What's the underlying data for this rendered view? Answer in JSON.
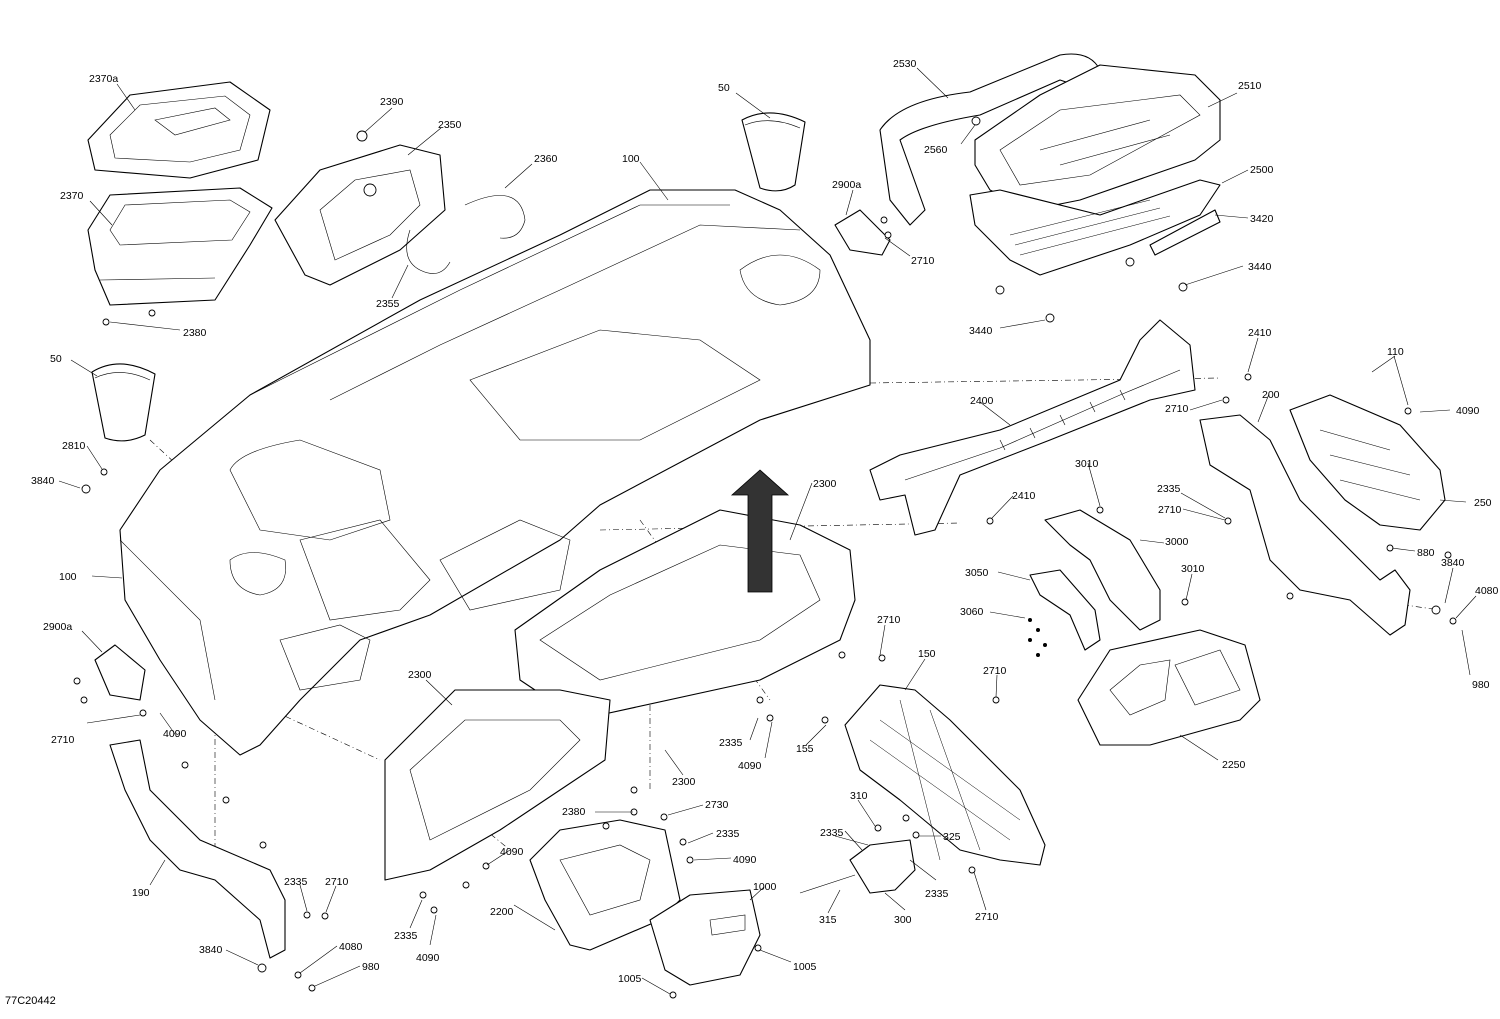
{
  "diagram": {
    "reference_code": "77C20442",
    "callouts": [
      {
        "id": "c2370a",
        "text": "2370a"
      },
      {
        "id": "c2390",
        "text": "2390"
      },
      {
        "id": "c2350",
        "text": "2350"
      },
      {
        "id": "c2360",
        "text": "2360"
      },
      {
        "id": "c50a",
        "text": "50"
      },
      {
        "id": "c100a",
        "text": "100"
      },
      {
        "id": "c2370",
        "text": "2370"
      },
      {
        "id": "c2355",
        "text": "2355"
      },
      {
        "id": "c2380a",
        "text": "2380"
      },
      {
        "id": "c2530",
        "text": "2530"
      },
      {
        "id": "c2510",
        "text": "2510"
      },
      {
        "id": "c2560",
        "text": "2560"
      },
      {
        "id": "c2500",
        "text": "2500"
      },
      {
        "id": "c2900a_top",
        "text": "2900a"
      },
      {
        "id": "c2710a",
        "text": "2710"
      },
      {
        "id": "c3420",
        "text": "3420"
      },
      {
        "id": "c3440a",
        "text": "3440"
      },
      {
        "id": "c3440b",
        "text": "3440"
      },
      {
        "id": "c2410a",
        "text": "2410"
      },
      {
        "id": "c110",
        "text": "110"
      },
      {
        "id": "c2710b",
        "text": "2710"
      },
      {
        "id": "c4090a",
        "text": "4090"
      },
      {
        "id": "c200",
        "text": "200"
      },
      {
        "id": "c50b",
        "text": "50"
      },
      {
        "id": "c2400",
        "text": "2400"
      },
      {
        "id": "c2810",
        "text": "2810"
      },
      {
        "id": "c3840a",
        "text": "3840"
      },
      {
        "id": "c2300a",
        "text": "2300"
      },
      {
        "id": "c3010a",
        "text": "3010"
      },
      {
        "id": "c2410b",
        "text": "2410"
      },
      {
        "id": "c2335a",
        "text": "2335"
      },
      {
        "id": "c250",
        "text": "250"
      },
      {
        "id": "c2710c",
        "text": "2710"
      },
      {
        "id": "c3000",
        "text": "3000"
      },
      {
        "id": "c880",
        "text": "880"
      },
      {
        "id": "c100b",
        "text": "100"
      },
      {
        "id": "c3050",
        "text": "3050"
      },
      {
        "id": "c3010b",
        "text": "3010"
      },
      {
        "id": "c3840b",
        "text": "3840"
      },
      {
        "id": "c4080a",
        "text": "4080"
      },
      {
        "id": "c3060",
        "text": "3060"
      },
      {
        "id": "c2900a_left",
        "text": "2900a"
      },
      {
        "id": "c2710d",
        "text": "2710"
      },
      {
        "id": "c150",
        "text": "150"
      },
      {
        "id": "c980a",
        "text": "980"
      },
      {
        "id": "c2300b",
        "text": "2300"
      },
      {
        "id": "c2710e",
        "text": "2710"
      },
      {
        "id": "c2710f",
        "text": "2710"
      },
      {
        "id": "c4090b",
        "text": "4090"
      },
      {
        "id": "c2335b",
        "text": "2335"
      },
      {
        "id": "c155",
        "text": "155"
      },
      {
        "id": "c4090c",
        "text": "4090"
      },
      {
        "id": "c2300c",
        "text": "2300"
      },
      {
        "id": "c2250",
        "text": "2250"
      },
      {
        "id": "c2380b",
        "text": "2380"
      },
      {
        "id": "c2730",
        "text": "2730"
      },
      {
        "id": "c310",
        "text": "310"
      },
      {
        "id": "c2335c",
        "text": "2335"
      },
      {
        "id": "c4090d",
        "text": "4090"
      },
      {
        "id": "c2335d",
        "text": "2335"
      },
      {
        "id": "c4090e",
        "text": "4090"
      },
      {
        "id": "c325",
        "text": "325"
      },
      {
        "id": "c190",
        "text": "190"
      },
      {
        "id": "c2335e",
        "text": "2335"
      },
      {
        "id": "c2710g",
        "text": "2710"
      },
      {
        "id": "c1000",
        "text": "1000"
      },
      {
        "id": "c2335f",
        "text": "2335"
      },
      {
        "id": "c2335g",
        "text": "2335"
      },
      {
        "id": "c315",
        "text": "315"
      },
      {
        "id": "c300",
        "text": "300"
      },
      {
        "id": "c2710h",
        "text": "2710"
      },
      {
        "id": "c2200",
        "text": "2200"
      },
      {
        "id": "c4090f",
        "text": "4090"
      },
      {
        "id": "c3840c",
        "text": "3840"
      },
      {
        "id": "c4080b",
        "text": "4080"
      },
      {
        "id": "c980b",
        "text": "980"
      },
      {
        "id": "c1005a",
        "text": "1005"
      },
      {
        "id": "c1005b",
        "text": "1005"
      }
    ]
  }
}
